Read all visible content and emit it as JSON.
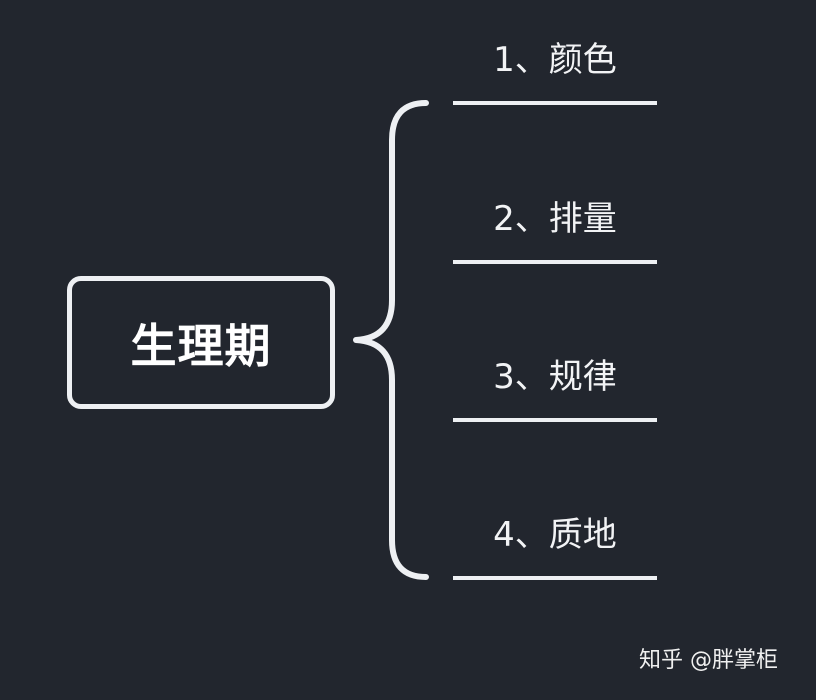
{
  "root": {
    "label": "生理期"
  },
  "branches": [
    {
      "label": "1、颜色"
    },
    {
      "label": "2、排量"
    },
    {
      "label": "3、规律"
    },
    {
      "label": "4、质地"
    }
  ],
  "watermark": {
    "text": "知乎 @胖掌柜"
  },
  "colors": {
    "background": "#22262e",
    "stroke": "#eef0f3",
    "text": "#ffffff"
  }
}
